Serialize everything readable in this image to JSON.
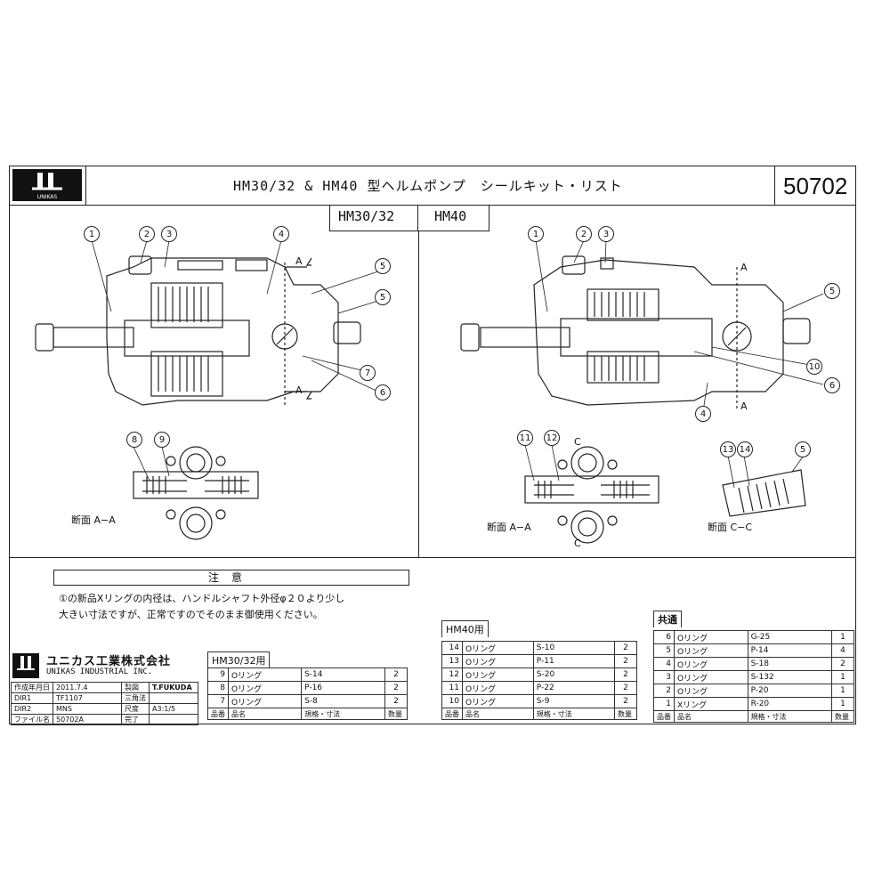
{
  "header": {
    "title": "HM30/32 & HM40 型ヘルムポンプ　シールキット・リスト",
    "doc_number": "50702",
    "logo_caption": "UNIKAS"
  },
  "tabs": {
    "left": "HM30/32",
    "right": "HM40"
  },
  "callouts": {
    "left_main": [
      "1",
      "2",
      "3",
      "4",
      "5",
      "5",
      "7",
      "6"
    ],
    "left_section": [
      "8",
      "9"
    ],
    "right_main": [
      "1",
      "2",
      "3",
      "5",
      "10",
      "6",
      "4"
    ],
    "right_section": [
      "11",
      "12"
    ],
    "right_cc": [
      "13",
      "14",
      "5"
    ],
    "markers": {
      "a": "A",
      "c": "C"
    }
  },
  "sections": {
    "left_aa": "断面 A−A",
    "right_aa": "断面 A−A",
    "right_cc": "断面 C−C"
  },
  "note": {
    "title": "注意",
    "line1": "①の新品Xリングの内径は、ハンドルシャフト外径φ２０より少し",
    "line2": "大きい寸法ですが、正常ですのでそのまま御使用ください。"
  },
  "company": {
    "name_ja": "ユニカス工業株式会社",
    "name_en": "UNIKAS INDUSTRIAL INC."
  },
  "title_block": {
    "rows": [
      [
        "作成年月日",
        "2011.7.4",
        "製図",
        "T.FUKUDA"
      ],
      [
        "DIR1",
        "TF1107",
        "三角法",
        ""
      ],
      [
        "DIR2",
        "MNS",
        "尺度",
        "A3:1/5"
      ],
      [
        "ファイル名",
        "50702A",
        "完了",
        ""
      ]
    ]
  },
  "tables": {
    "hm3032": {
      "caption": "HM30/32用",
      "header": [
        "品番",
        "品名",
        "規格・寸法",
        "数量"
      ],
      "rows": [
        [
          "9",
          "Oリング",
          "S-14",
          "2"
        ],
        [
          "8",
          "Oリング",
          "P-16",
          "2"
        ],
        [
          "7",
          "Oリング",
          "S-8",
          "2"
        ]
      ]
    },
    "hm40": {
      "caption": "HM40用",
      "header": [
        "品番",
        "品名",
        "規格・寸法",
        "数量"
      ],
      "rows": [
        [
          "14",
          "Oリング",
          "S-10",
          "2"
        ],
        [
          "13",
          "Oリング",
          "P-11",
          "2"
        ],
        [
          "12",
          "Oリング",
          "S-20",
          "2"
        ],
        [
          "11",
          "Oリング",
          "P-22",
          "2"
        ],
        [
          "10",
          "Oリング",
          "S-9",
          "2"
        ]
      ]
    },
    "common": {
      "caption": "共通",
      "header": [
        "品番",
        "品名",
        "規格・寸法",
        "数量"
      ],
      "rows": [
        [
          "6",
          "Oリング",
          "G-25",
          "1"
        ],
        [
          "5",
          "Oリング",
          "P-14",
          "4"
        ],
        [
          "4",
          "Oリング",
          "S-18",
          "2"
        ],
        [
          "3",
          "Oリング",
          "S-132",
          "1"
        ],
        [
          "2",
          "Oリング",
          "P-20",
          "1"
        ],
        [
          "1",
          "Xリング",
          "R-20",
          "1"
        ]
      ]
    }
  }
}
